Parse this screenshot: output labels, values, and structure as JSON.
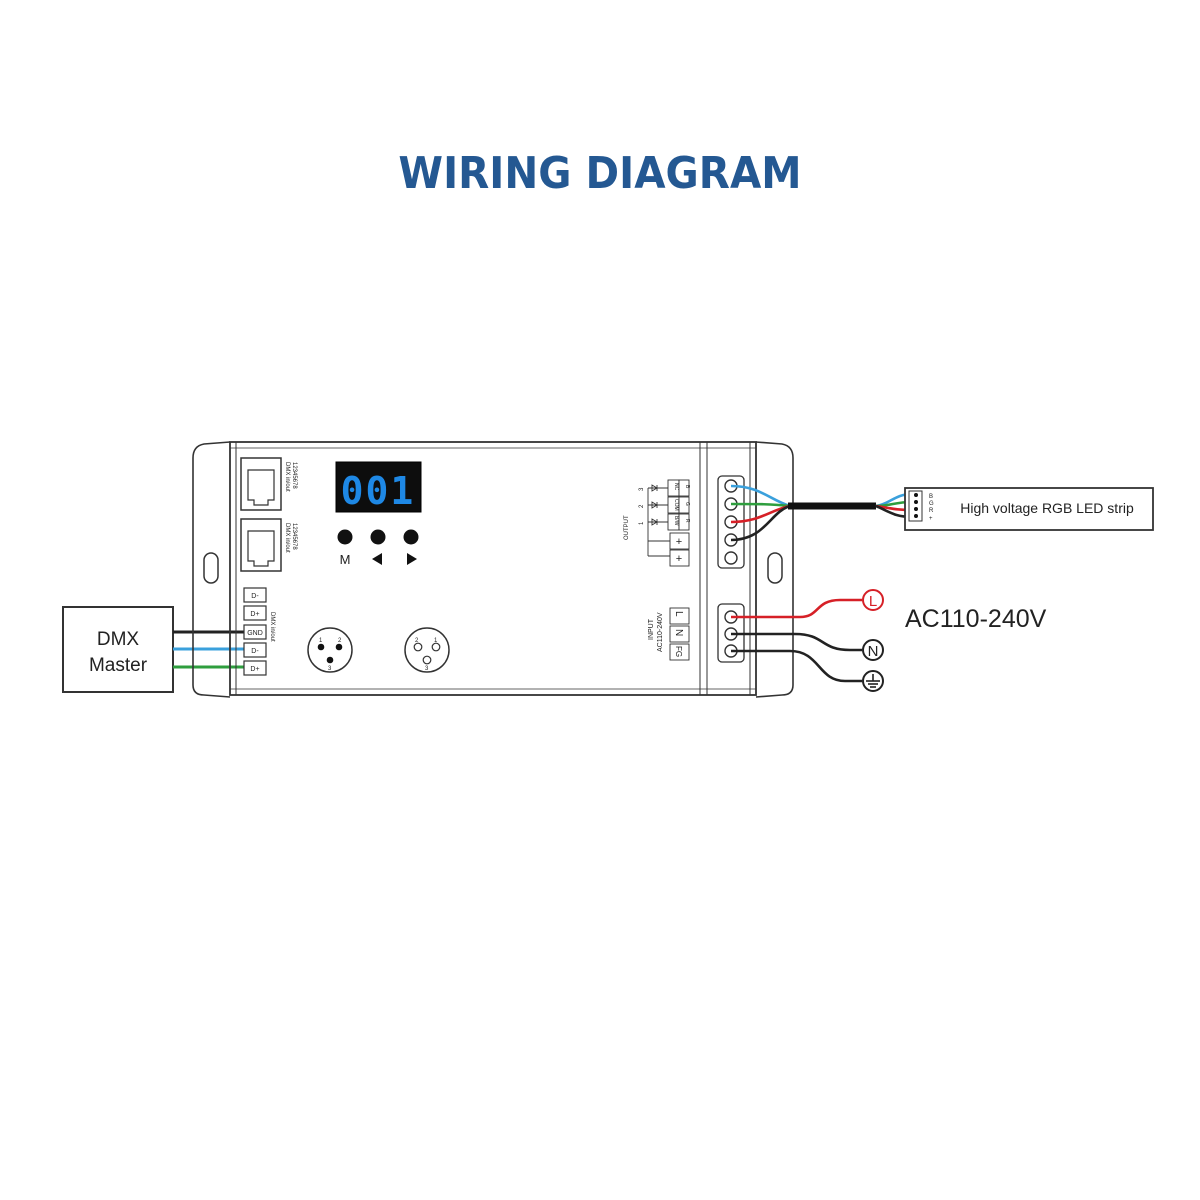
{
  "title": "WIRING DIAGRAM",
  "dmx_master": {
    "line1": "DMX",
    "line2": "Master"
  },
  "display": {
    "value": "001"
  },
  "buttons": {
    "m": "M"
  },
  "rj45": {
    "label": "DMX in/out",
    "pins": "12345678"
  },
  "dmx_terminal": {
    "labels": [
      "D-",
      "D+",
      "GND",
      "D-",
      "D+"
    ],
    "side_label": "DMX in/out"
  },
  "xlr_left": {
    "pin1": "1",
    "pin2": "2",
    "pin3": "3"
  },
  "xlr_right": {
    "pin1": "1",
    "pin2": "2",
    "pin3": "3"
  },
  "output": {
    "title": "OUTPUT",
    "channels": [
      "3",
      "2",
      "1"
    ],
    "terminal_left": [
      "NC",
      "COM",
      "B/W"
    ],
    "terminal_right": [
      "B",
      "G",
      "R"
    ],
    "plus1": "+",
    "plus2": "+"
  },
  "input": {
    "title": "INPUT",
    "voltage": "AC110-240V",
    "terminals": [
      "L",
      "N",
      "FG"
    ]
  },
  "led_strip": {
    "label": "High voltage RGB LED strip",
    "pins": [
      "B",
      "G",
      "R",
      "+"
    ]
  },
  "ac_label": "AC110-240V",
  "ac_symbols": {
    "line": "L",
    "neutral": "N"
  },
  "colors": {
    "title": "#245892",
    "display_bg": "#0d0d0d",
    "display_digits": "#1e88e5",
    "wire_blue": "#3aa0dc",
    "wire_green": "#2e9e3e",
    "wire_red": "#d62027",
    "wire_black": "#222222"
  }
}
